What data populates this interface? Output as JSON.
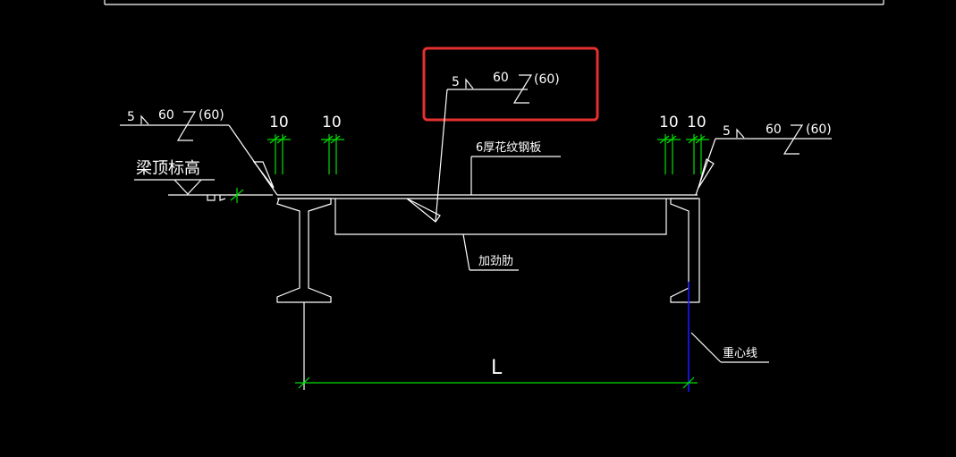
{
  "weld_symbols": {
    "highlighted": {
      "leg": "5",
      "length": "60",
      "pitch": "(60)"
    },
    "left": {
      "leg": "5",
      "length": "60",
      "pitch": "(60)"
    },
    "right": {
      "leg": "5",
      "length": "60",
      "pitch": "(60)"
    }
  },
  "dimensions": {
    "spacing_left_1": "10",
    "spacing_left_2": "10",
    "spacing_right_1": "10",
    "spacing_right_2": "10",
    "span": "L"
  },
  "labels": {
    "beam_top_elevation": "梁顶标高",
    "checkered_plate": "6厚花纹钢板",
    "stiffener": "加劲肋",
    "centroid_line": "重心线"
  },
  "colors": {
    "background": "#000000",
    "drawing": "#ffffff",
    "dimension": "#00e000",
    "centroid": "#1a1aff",
    "highlight": "#e53030"
  }
}
